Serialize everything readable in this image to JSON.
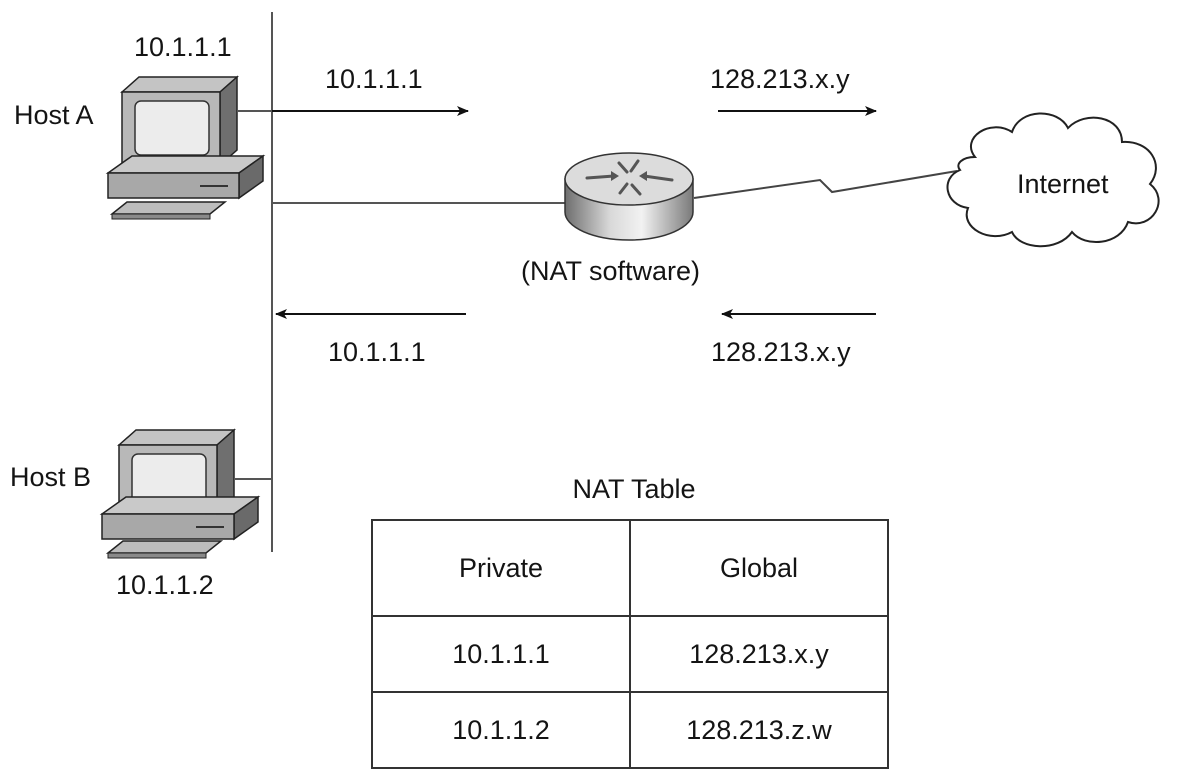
{
  "host_a": {
    "label": "Host A",
    "ip": "10.1.1.1"
  },
  "host_b": {
    "label": "Host B",
    "ip": "10.1.1.2"
  },
  "flow_out": {
    "inside_addr": "10.1.1.1",
    "outside_addr": "128.213.x.y"
  },
  "flow_in": {
    "inside_addr": "10.1.1.1",
    "outside_addr": "128.213.x.y"
  },
  "router": {
    "label": "(NAT software)"
  },
  "cloud": {
    "label": "Internet"
  },
  "nat_table": {
    "title": "NAT Table",
    "columns": [
      "Private",
      "Global"
    ],
    "rows": [
      [
        "10.1.1.1",
        "128.213.x.y"
      ],
      [
        "10.1.1.2",
        "128.213.z.w"
      ]
    ]
  }
}
